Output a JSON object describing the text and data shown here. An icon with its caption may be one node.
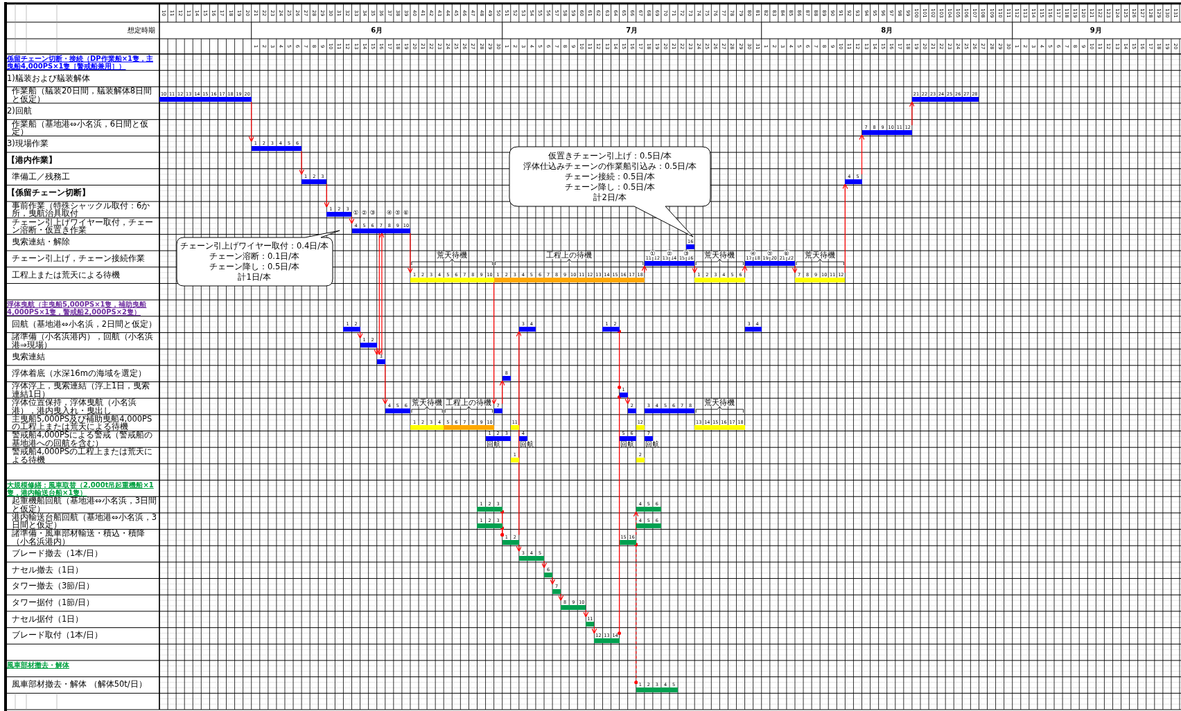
{
  "diagram": {
    "nodes": [
      {
        "text": [
          "10",
          "11",
          "12",
          "13",
          "14",
          "15",
          "16",
          "17",
          "18",
          "19",
          "20"
        ]
      },
      {
        "text": [
          "21",
          "22",
          "23",
          "24",
          "25",
          "26",
          "27",
          "28"
        ]
      },
      {
        "text": [
          "7",
          "8",
          "9",
          "10",
          "11",
          "12"
        ]
      },
      {
        "text": [
          "1",
          "2",
          "3",
          "4",
          "5",
          "6"
        ]
      },
      {
        "text": [
          "仮置きチェーン引上げ：0.5日/本",
          "浮体仕込みチェーンの作業船引込み：0.5日/本",
          "チェーン接続：0.5日/本",
          "チェーン降し：0.5日/本",
          "計2日/本"
        ]
      },
      {
        "text": [
          "1",
          "2",
          "3"
        ]
      },
      {
        "text": [
          "4",
          "5"
        ]
      },
      {
        "text": [
          "1",
          "2",
          "3"
        ]
      },
      {
        "text": [
          "4",
          "5",
          "6",
          "7",
          "8",
          "9",
          "10"
        ]
      },
      {
        "text": [
          "16"
        ]
      },
      {
        "text": [
          "チェーン引上げワイヤー取付：0.4日/本",
          "チェーン溶断：0.1日/本",
          "チェーン降し：0.5日/本",
          "計1日/本"
        ]
      },
      {
        "text": [
          "11",
          "12",
          "13",
          "14",
          "15",
          "16"
        ]
      },
      {
        "text": [
          "17",
          "18",
          "19",
          "20",
          "21",
          "22"
        ]
      },
      {
        "text": [
          "1",
          "2",
          "3",
          "4",
          "5",
          "6",
          "7",
          "8",
          "9",
          "10"
        ]
      },
      {
        "text": [
          "1",
          "2",
          "3",
          "4",
          "5",
          "6",
          "7",
          "8",
          "9",
          "10",
          "11",
          "12",
          "13",
          "14",
          "15",
          "16",
          "17",
          "18"
        ]
      },
      {
        "text": [
          "1",
          "2",
          "3",
          "4",
          "5",
          "6"
        ]
      },
      {
        "text": [
          "7",
          "8",
          "9",
          "10",
          "11",
          "12"
        ]
      },
      {
        "text": [
          "1",
          "2"
        ]
      },
      {
        "text": [
          "3",
          "4"
        ]
      },
      {
        "text": [
          "1",
          "2"
        ]
      },
      {
        "text": [
          "3",
          "4"
        ]
      },
      {
        "text": [
          "1",
          "2"
        ]
      },
      {
        "text": [
          "3"
        ]
      },
      {
        "text": [
          "8"
        ]
      },
      {
        "text": [
          "1"
        ]
      },
      {
        "text": [
          "4",
          "5",
          "6"
        ]
      },
      {
        "text": [
          "7"
        ]
      },
      {
        "text": [
          "2"
        ]
      },
      {
        "text": [
          "3",
          "4",
          "5",
          "6",
          "7",
          "8"
        ]
      },
      {
        "text": [
          "1",
          "2",
          "3",
          "4"
        ]
      },
      {
        "text": [
          "5",
          "6",
          "7",
          "8",
          "9",
          "10"
        ]
      },
      {
        "text": [
          "11"
        ]
      },
      {
        "text": [
          "12"
        ]
      },
      {
        "text": [
          "13",
          "14",
          "15",
          "16",
          "17",
          "18"
        ]
      },
      {
        "text": [
          "1",
          "2",
          "3"
        ],
        "beside": [
          "回航"
        ]
      },
      {
        "text": [
          "4"
        ],
        "beside": [
          "回航"
        ]
      },
      {
        "text": [
          "5",
          "6"
        ],
        "beside": [
          "回航"
        ]
      },
      {
        "text": [
          "7"
        ],
        "beside": [
          "回航"
        ]
      },
      {
        "text": [
          "1"
        ]
      },
      {
        "text": [
          "2"
        ]
      },
      {
        "text": [
          "1",
          "2",
          "3"
        ]
      },
      {
        "text": [
          "4",
          "5",
          "6"
        ]
      },
      {
        "text": [
          "1",
          "2",
          "3"
        ]
      },
      {
        "text": [
          "4",
          "5",
          "6"
        ]
      },
      {
        "text": [
          "1",
          "2"
        ]
      },
      {
        "text": [
          "15",
          "16"
        ]
      },
      {
        "text": [
          "3",
          "4",
          "5"
        ]
      },
      {
        "text": [
          "6"
        ]
      },
      {
        "text": [
          "7"
        ]
      },
      {
        "text": [
          "8",
          "9",
          "10"
        ]
      },
      {
        "text": [
          "11"
        ]
      },
      {
        "text": [
          "12",
          "13",
          "14"
        ]
      },
      {
        "text": [
          "1",
          "2",
          "3",
          "4",
          "5"
        ]
      }
    ],
    "edges": [
      {
        "from": 0,
        "to": 3,
        "arrow": "to"
      },
      {
        "from": 3,
        "to": 5,
        "arrow": "to"
      },
      {
        "from": 5,
        "to": 7,
        "arrow": "to"
      },
      {
        "from": 7,
        "to": 8,
        "arrow": "to"
      },
      {
        "from": 8,
        "to": 13,
        "arrow": "to"
      },
      {
        "from": 8,
        "to": 22,
        "arrow": "to"
      },
      {
        "from": 22,
        "to": 8,
        "arrow": "to"
      },
      {
        "from": 22,
        "to": 25,
        "arrow": "to"
      },
      {
        "from": 14,
        "to": 11,
        "arrow": "to"
      },
      {
        "from": 11,
        "to": 15,
        "arrow": "to"
      },
      {
        "from": 15,
        "to": 12,
        "arrow": "to"
      },
      {
        "from": 12,
        "to": 16,
        "arrow": "to"
      },
      {
        "from": 16,
        "to": 6,
        "arrow": "to"
      },
      {
        "from": 6,
        "to": 2,
        "arrow": "to"
      },
      {
        "from": 2,
        "to": 1,
        "arrow": "to"
      },
      {
        "from": 17,
        "to": 21,
        "arrow": "to"
      },
      {
        "from": 21,
        "to": 22,
        "arrow": "to"
      },
      {
        "from": 13,
        "to": 26,
        "arrow": "to"
      },
      {
        "from": 26,
        "to": 23,
        "arrow": "to"
      },
      {
        "from": 40,
        "to": 44,
        "arrow": "other"
      },
      {
        "from": 42,
        "to": 44,
        "arrow": "other"
      },
      {
        "from": 44,
        "to": 18,
        "arrow": "to"
      },
      {
        "from": 44,
        "to": 46,
        "arrow": "to"
      },
      {
        "from": 46,
        "to": 47,
        "arrow": "to"
      },
      {
        "from": 47,
        "to": 48,
        "arrow": "to"
      },
      {
        "from": 48,
        "to": 49,
        "arrow": "to"
      },
      {
        "from": 49,
        "to": 50,
        "arrow": "to"
      },
      {
        "from": 50,
        "to": 51,
        "arrow": "to"
      },
      {
        "from": 19,
        "to": 24,
        "arrow": "other"
      },
      {
        "from": 51,
        "to": 24,
        "arrow": "other"
      },
      {
        "from": 24,
        "to": 27,
        "arrow": "to"
      },
      {
        "from": 45,
        "to": 41,
        "arrow": "to",
        "style": "dashed"
      },
      {
        "from": 45,
        "to": 52,
        "arrow": "other",
        "style": "dashed"
      }
    ],
    "labels": [
      "想定時期",
      "6月",
      "7月",
      "8月",
      "9月",
      "10",
      "11",
      "12",
      "13",
      "14",
      "15",
      "16",
      "17",
      "18",
      "19",
      "20",
      "21",
      "22",
      "23",
      "24",
      "25",
      "26",
      "27",
      "28",
      "29",
      "30",
      "31",
      "32",
      "33",
      "34",
      "35",
      "36",
      "37",
      "38",
      "39",
      "40",
      "41",
      "42",
      "43",
      "44",
      "45",
      "46",
      "47",
      "48",
      "49",
      "50",
      "51",
      "52",
      "53",
      "54",
      "55",
      "56",
      "57",
      "58",
      "59",
      "60",
      "61",
      "62",
      "63",
      "64",
      "65",
      "66",
      "67",
      "68",
      "69",
      "70",
      "71",
      "72",
      "73",
      "74",
      "75",
      "76",
      "77",
      "78",
      "79",
      "80",
      "81",
      "82",
      "83",
      "84",
      "85",
      "86",
      "87",
      "88",
      "89",
      "90",
      "91",
      "92",
      "93",
      "94",
      "95",
      "96",
      "97",
      "98",
      "99",
      "100",
      "101",
      "102",
      "103",
      "104",
      "105",
      "106",
      "107",
      "108",
      "109",
      "110",
      "111",
      "112",
      "113",
      "114",
      "115",
      "116",
      "117",
      "118",
      "119",
      "120",
      "121",
      "122",
      "123",
      "124",
      "125",
      "126",
      "127",
      "128",
      "129",
      "130",
      "131",
      "1",
      "2",
      "3",
      "4",
      "5",
      "6",
      "7",
      "8",
      "9",
      "10",
      "11",
      "12",
      "13",
      "14",
      "15",
      "16",
      "17",
      "18",
      "19",
      "20",
      "21",
      "22",
      "23",
      "24",
      "25",
      "26",
      "27",
      "28",
      "29",
      "30",
      "1",
      "2",
      "3",
      "4",
      "5",
      "6",
      "7",
      "8",
      "9",
      "10",
      "11",
      "12",
      "13",
      "14",
      "15",
      "16",
      "17",
      "18",
      "19",
      "20",
      "21",
      "22",
      "23",
      "24",
      "25",
      "26",
      "27",
      "28",
      "29",
      "30",
      "31",
      "1",
      "2",
      "3",
      "4",
      "5",
      "6",
      "7",
      "8",
      "9",
      "10",
      "11",
      "12",
      "13",
      "14",
      "15",
      "16",
      "17",
      "18",
      "19",
      "20",
      "21",
      "22",
      "23",
      "24",
      "25",
      "26",
      "27",
      "28",
      "29",
      "30",
      "1",
      "2",
      "3",
      "4",
      "5",
      "6",
      "7",
      "8",
      "9",
      "10",
      "11",
      "12",
      "13",
      "14",
      "15",
      "16",
      "17",
      "18",
      "19",
      "20",
      "係留チェーン切断・接続（DP作業船×1隻，主曳船4,000PS×1隻［警戒船兼用］）",
      "1)艤装および艤装解体",
      "作業船（艤装20日間，艤装解体8日間と仮定）",
      "2)回航",
      "作業船（基地港⇔小名浜，6日間と仮定）",
      "3)現場作業",
      "【港内作業】",
      "準備工／残務工",
      "【係留チェーン切断】",
      "事前作業（特殊シャックル取付：6か所，曳航治具取付",
      "①",
      "②",
      "③",
      "④",
      "⑤",
      "⑥",
      "チェーン引上げワイヤー取付，チェーン溶断・仮置き作業",
      "曳索連結・解除",
      "チェーン引上げ，チェーン接続作業",
      "荒天待機",
      "工程上の待機",
      "①",
      "②",
      "③",
      "荒天待機",
      "④",
      "⑤",
      "⑥",
      "荒天待機",
      "工程上または荒天による待機",
      "浮体曳航（主曳船5,000PS×1隻，補助曳船4,000PS×1隻，警戒船2,000PS×2隻）",
      "回航（基地港⇔小名浜，2日間と仮定）",
      "諸準備（小名浜港内），回航（小名浜港⇒現場）",
      "曳索連結",
      "浮体着底（水深16mの海域を選定）",
      "浮体浮上，曳索連結（浮上1日，曳索連結1日）",
      "浮体位置保持，浮体曳航（小名浜港），港内曳入れ・曳出し",
      "荒天待機",
      "工程上の待機",
      "荒天待機",
      "主曳船5,000PS及び補助曳船4,000PSの工程上または荒天による待機",
      "警戒船4,000PSによる警戒（警戒船の基地港への回航を含む）",
      "警戒船4,000PSの工程上または荒天による待機",
      "大規模修繕：風車取替（2,000t吊起重機船×1隻，港内輸送台船×1隻）",
      "起重機船回航（基地港⇔小名浜，3日間と仮定）",
      "港内輸送台船回航（基地港⇔小名浜，3日間と仮定）",
      "諸準備・風車部材輸送・積込・積降（小名浜港内）",
      "ブレード撤去（1本/日）",
      "ナセル撤去（1日）",
      "タワー撤去（3節/日）",
      "タワー据付（1節/日）",
      "ナセル据付（1日）",
      "ブレード取付（1本/日）",
      "風車部材撤去・解体",
      "風車部材撤去・解体 （解体50t/日）"
    ]
  }
}
